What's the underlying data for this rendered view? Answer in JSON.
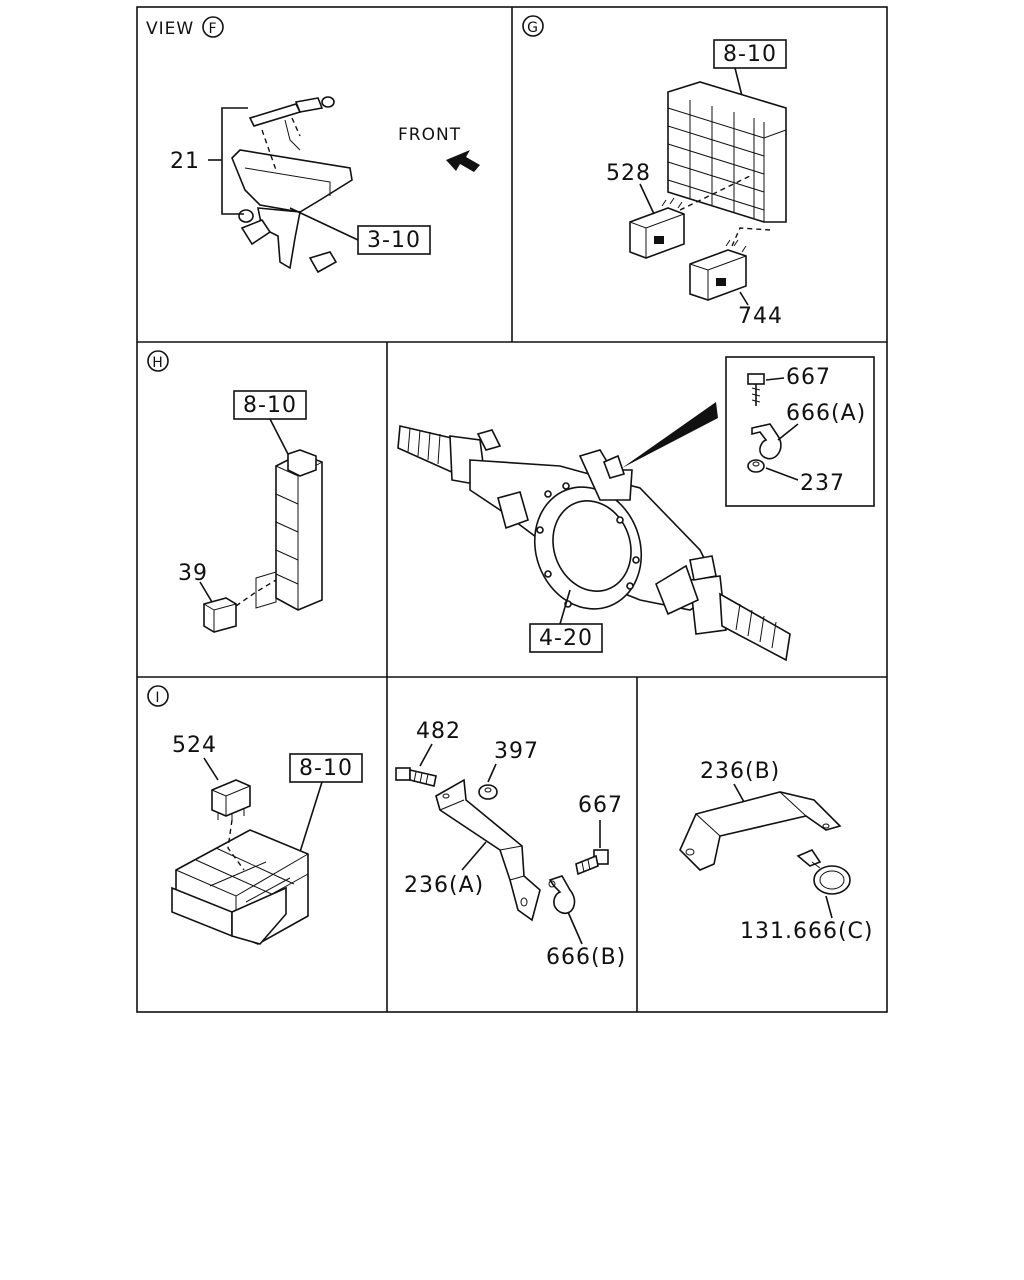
{
  "views": {
    "f": {
      "title": "VIEW",
      "letter": "F",
      "front_label": "FRONT",
      "callouts": {
        "bracket": "21"
      },
      "ref_box": "3-10"
    },
    "g": {
      "letter": "G",
      "ref_box": "8-10",
      "callouts": {
        "relay_a": "528",
        "relay_b": "744"
      }
    },
    "h": {
      "letter": "H",
      "ref_box": "8-10",
      "callouts": {
        "relay": "39"
      }
    },
    "axle": {
      "ref_box": "4-20",
      "detail_callouts": {
        "bolt": "667",
        "clip": "666(A)",
        "nut": "237"
      }
    },
    "i": {
      "letter": "I",
      "ref_box": "8-10",
      "callouts": {
        "relay": "524"
      }
    },
    "bracket_a": {
      "callouts": {
        "bolt": "482",
        "nut": "397",
        "bolt2": "667",
        "bracket": "236(A)",
        "clip": "666(B)"
      }
    },
    "bracket_b": {
      "callouts": {
        "bracket": "236(B)",
        "clip": "131.666(C)"
      }
    }
  }
}
